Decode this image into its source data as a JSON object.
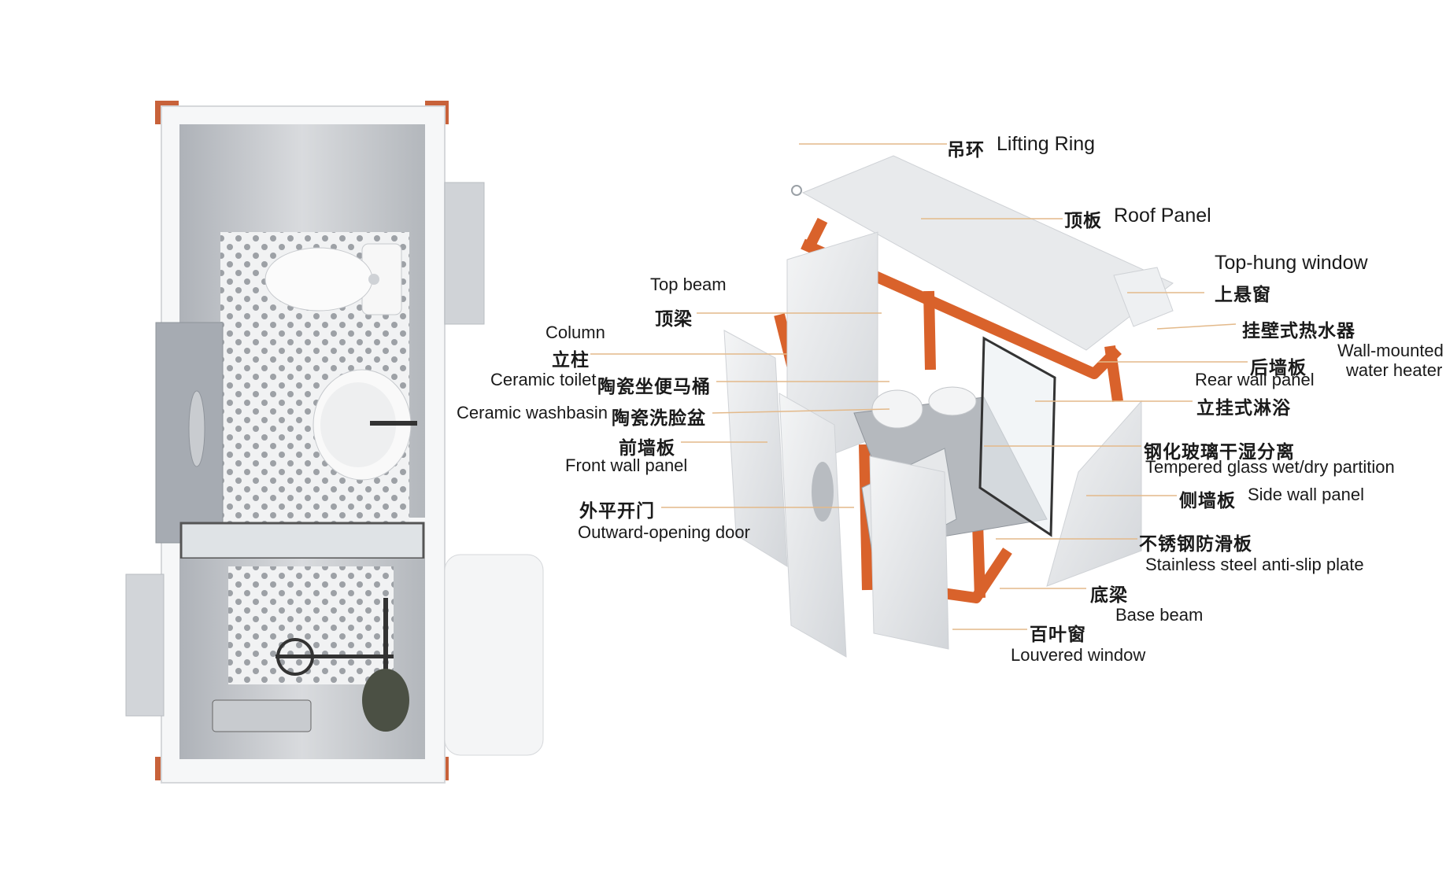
{
  "colors": {
    "frame_orange": "#d9622b",
    "panel_light": "#e9eaec",
    "panel_mid": "#c9ccd1",
    "interior_grey": "#b9bdc3",
    "leader_line": "#e3b98a",
    "text": "#1a1a1a"
  },
  "floor_plan": {
    "icons": [
      "toilet-icon",
      "washbasin-icon",
      "shower-icon",
      "water-heater-icon",
      "towel-rack-icon",
      "louvered-window-icon",
      "door-icon",
      "lifting-ring-icon"
    ]
  },
  "callouts": [
    {
      "id": "lifting-ring",
      "zh": "吊环",
      "en": "Lifting Ring"
    },
    {
      "id": "roof-panel",
      "zh": "顶板",
      "en": "Roof Panel"
    },
    {
      "id": "top-hung-window",
      "zh": "上悬窗",
      "en": "Top-hung window"
    },
    {
      "id": "water-heater",
      "zh": "挂壁式热水器",
      "en": "Wall-mounted water heater",
      "en_line1": "Wall-mounted",
      "en_line2": "water heater"
    },
    {
      "id": "rear-wall-panel",
      "zh": "后墙板",
      "en": "Rear wall panel"
    },
    {
      "id": "wall-shower",
      "zh": "立挂式淋浴",
      "en": ""
    },
    {
      "id": "glass-partition",
      "zh": "钢化玻璃干湿分离",
      "en": "Tempered glass wet/dry partition"
    },
    {
      "id": "side-wall-panel",
      "zh": "侧墙板",
      "en": "Side wall panel"
    },
    {
      "id": "anti-slip-plate",
      "zh": "不锈钢防滑板",
      "en": "Stainless steel anti-slip plate"
    },
    {
      "id": "base-beam",
      "zh": "底梁",
      "en": "Base beam"
    },
    {
      "id": "louvered-window",
      "zh": "百叶窗",
      "en": "Louvered window"
    },
    {
      "id": "top-beam",
      "zh": "顶梁",
      "en": "Top beam"
    },
    {
      "id": "column",
      "zh": "立柱",
      "en": "Column"
    },
    {
      "id": "ceramic-toilet",
      "zh": "陶瓷坐便马桶",
      "en": "Ceramic toilet"
    },
    {
      "id": "ceramic-washbasin",
      "zh": "陶瓷洗脸盆",
      "en": "Ceramic washbasin"
    },
    {
      "id": "front-wall-panel",
      "zh": "前墙板",
      "en": "Front wall panel"
    },
    {
      "id": "outward-door",
      "zh": "外平开门",
      "en": "Outward-opening door"
    }
  ]
}
